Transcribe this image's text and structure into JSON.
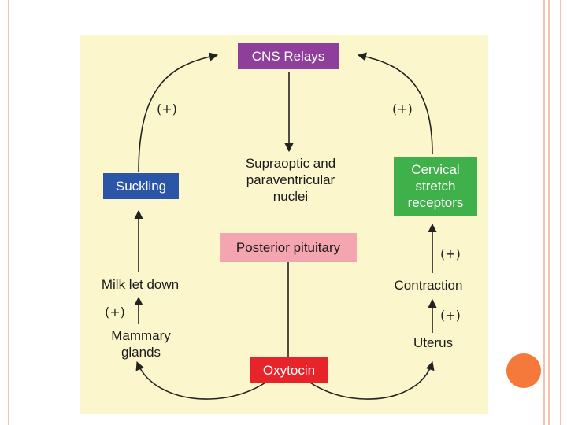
{
  "diagram": {
    "cns_relays": "CNS Relays",
    "supraoptic": "Supraoptic and\nparaventricular\nnuclei",
    "posterior_pituitary": "Posterior pituitary",
    "oxytocin": "Oxytocin",
    "suckling": "Suckling",
    "milk_let_down": "Milk let down",
    "mammary_glands": "Mammary\nglands",
    "cervical_receptors": "Cervical\nstretch\nreceptors",
    "contraction": "Contraction",
    "uterus": "Uterus",
    "positive_sign": "(+)"
  },
  "colors": {
    "panel_bg": "#fbf6cc",
    "cns_box": "#8e3f9b",
    "suckling_box": "#2b56a8",
    "cervical_box": "#3fb04a",
    "pituitary_box": "#f4a5b0",
    "oxytocin_box": "#e8242b",
    "accent_dot": "#f5793a",
    "frame_lines": "#f4c3b0"
  }
}
